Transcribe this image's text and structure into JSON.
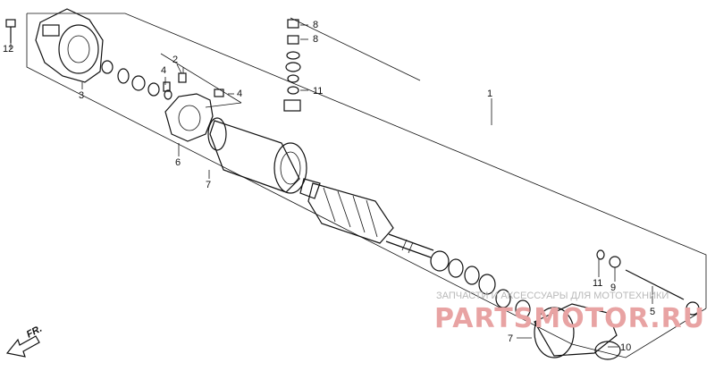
{
  "callouts": [
    {
      "id": "c1",
      "text": "1"
    },
    {
      "id": "c2",
      "text": "2"
    },
    {
      "id": "c3",
      "text": "3"
    },
    {
      "id": "c4a",
      "text": "4"
    },
    {
      "id": "c4b",
      "text": "4"
    },
    {
      "id": "c5",
      "text": "5"
    },
    {
      "id": "c6",
      "text": "6"
    },
    {
      "id": "c7a",
      "text": "7"
    },
    {
      "id": "c7b",
      "text": "7"
    },
    {
      "id": "c8a",
      "text": "8"
    },
    {
      "id": "c8b",
      "text": "8"
    },
    {
      "id": "c9",
      "text": "9"
    },
    {
      "id": "c10",
      "text": "10"
    },
    {
      "id": "c11a",
      "text": "11"
    },
    {
      "id": "c11b",
      "text": "11"
    },
    {
      "id": "c12",
      "text": "12"
    }
  ],
  "direction_label": "FR.",
  "watermark": {
    "top_text": "ЗАПЧАСТИ И АКСЕССУАРЫ ДЛЯ МОТОТЕХНИКИ",
    "brand_text": "PARTSMOTOR.RU"
  },
  "colors": {
    "ink": "#111111",
    "watermark_gray": "#b9b9b9",
    "watermark_red": "#e8a3a3"
  }
}
